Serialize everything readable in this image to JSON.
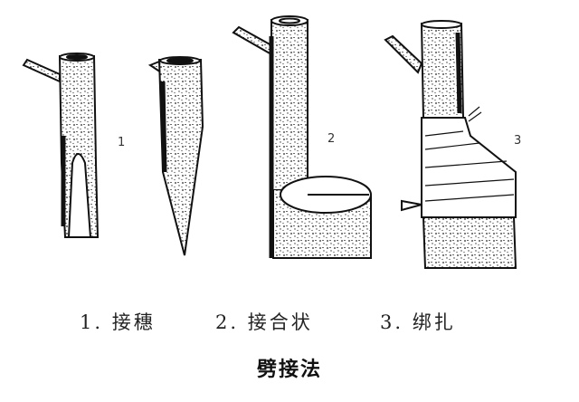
{
  "diagram": {
    "title": "劈接法",
    "steps": [
      {
        "number": "1",
        "label": "1. 接穗"
      },
      {
        "number": "2",
        "label": "2. 接合状"
      },
      {
        "number": "3",
        "label": "3. 绑扎"
      }
    ],
    "figure_labels": [
      "1",
      "2",
      "3"
    ],
    "colors": {
      "ink": "#111111",
      "background": "#ffffff"
    }
  }
}
